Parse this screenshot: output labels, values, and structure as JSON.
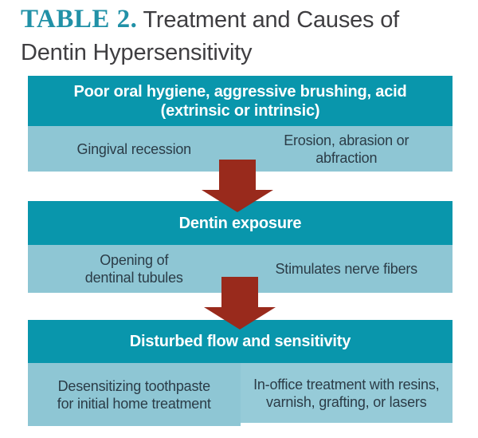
{
  "title": {
    "tag": "TABLE 2.",
    "line1": "Treatment and Causes of",
    "line2": "Dentin Hypersensitivity"
  },
  "blocks": [
    {
      "header_lines": [
        "Poor oral hygiene, aggressive brushing, acid",
        "(extrinsic or intrinsic)"
      ],
      "cells": [
        {
          "lines": [
            "Gingival recession"
          ]
        },
        {
          "lines": [
            "Erosion, abrasion or",
            "abfraction"
          ]
        }
      ]
    },
    {
      "header_lines": [
        "Dentin exposure"
      ],
      "cells": [
        {
          "lines": [
            "Opening of",
            "dentinal tubules"
          ]
        },
        {
          "lines": [
            "Stimulates nerve fibers"
          ]
        }
      ]
    },
    {
      "header_lines": [
        "Disturbed flow and sensitivity"
      ],
      "cells": [
        {
          "lines": [
            "Desensitizing toothpaste",
            "for initial home treatment"
          ]
        },
        {
          "lines": [
            "In-office treatment with resins,",
            "varnish, grafting, or lasers"
          ]
        }
      ]
    }
  ],
  "icons": {
    "flow_arrow": "down-arrow"
  },
  "colors": {
    "header_teal": "#0996ac",
    "cell_teal": "#8ec6d4",
    "cell_teal_light": "#96cbd8",
    "arrow_red": "#992a1c",
    "title_teal": "#2191a7",
    "title_text": "#3f3e41",
    "cell_text": "#2b3c47",
    "header_text": "#ffffff",
    "page_bg": "#ffffff"
  }
}
